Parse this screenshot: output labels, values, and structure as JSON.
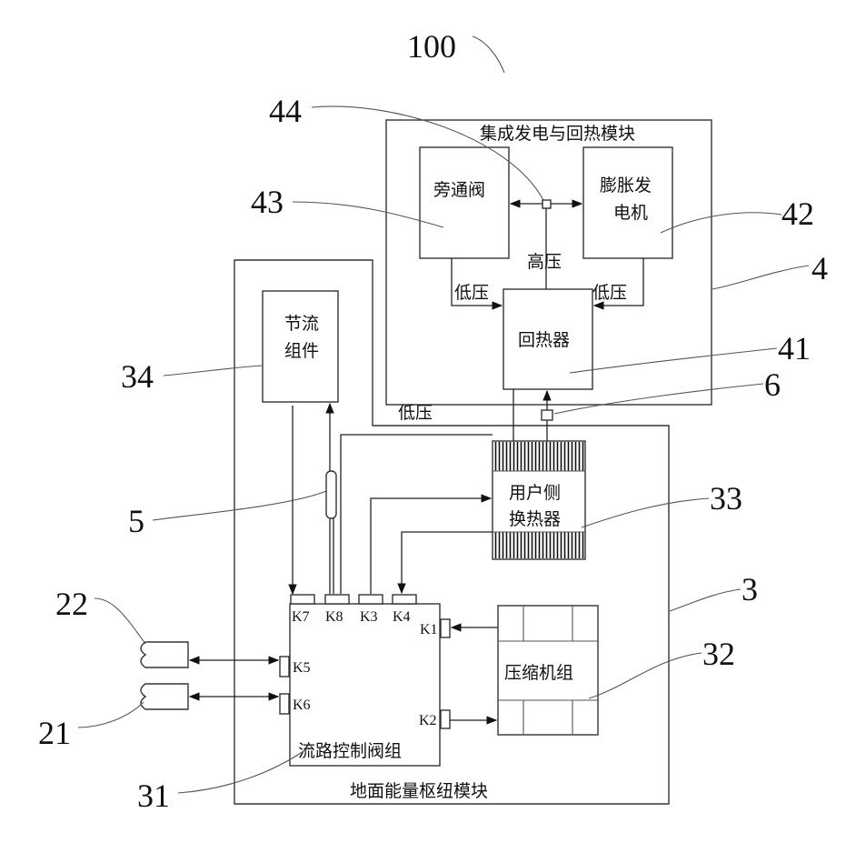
{
  "diagram": {
    "ref_main": "100",
    "modules": {
      "power_module_title": "集成发电与回热模块",
      "ground_module_title": "地面能量枢纽模块"
    },
    "components": {
      "bypass_valve": "旁通阀",
      "expander_line1": "膨胀发",
      "expander_line2": "电机",
      "recuperator": "回热器",
      "throttle_line1": "节流",
      "throttle_line2": "组件",
      "user_hx_line1": "用户侧",
      "user_hx_line2": "换热器",
      "compressor": "压缩机组",
      "flow_valve": "流路控制阀组"
    },
    "pressure_labels": {
      "high": "高压",
      "low_left": "低压",
      "low_right": "低压",
      "low_mid": "低压"
    },
    "ports": {
      "k1": "K1",
      "k2": "K2",
      "k3": "K3",
      "k4": "K4",
      "k5": "K5",
      "k6": "K6",
      "k7": "K7",
      "k8": "K8"
    },
    "refs": {
      "r44": "44",
      "r43": "43",
      "r42": "42",
      "r4": "4",
      "r34": "34",
      "r41": "41",
      "r6": "6",
      "r33": "33",
      "r5": "5",
      "r3": "3",
      "r22": "22",
      "r32": "32",
      "r21": "21",
      "r31": "31"
    }
  }
}
